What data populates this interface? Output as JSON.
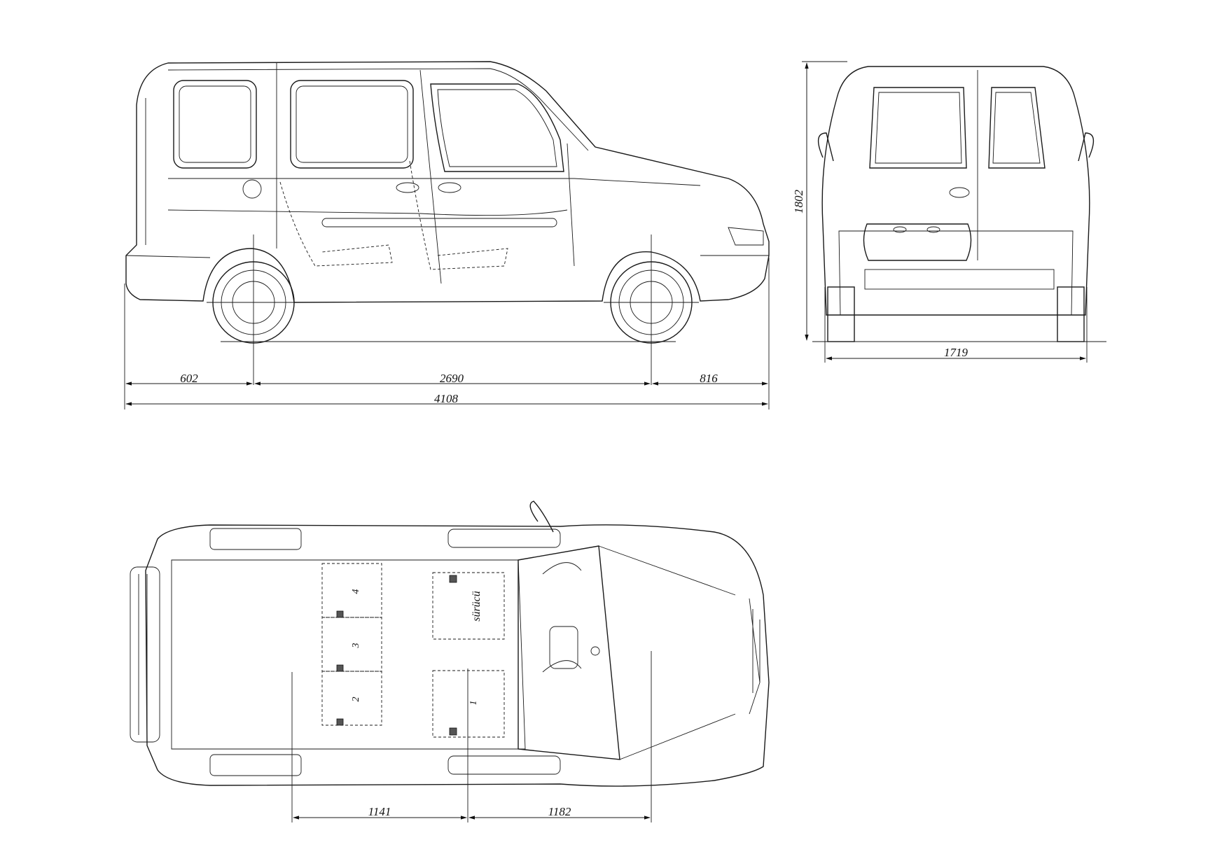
{
  "dimensions": {
    "front_overhang": "602",
    "wheelbase": "2690",
    "rear_overhang": "816",
    "overall_length": "4108",
    "overall_height": "1802",
    "overall_width": "1719",
    "rear_seat_to_front_seat": "1141",
    "front_seat_to_front_axle": "1182"
  },
  "seats": {
    "seat_1": "1",
    "seat_2": "2",
    "seat_3": "3",
    "seat_4": "4",
    "driver": "sürücü"
  }
}
